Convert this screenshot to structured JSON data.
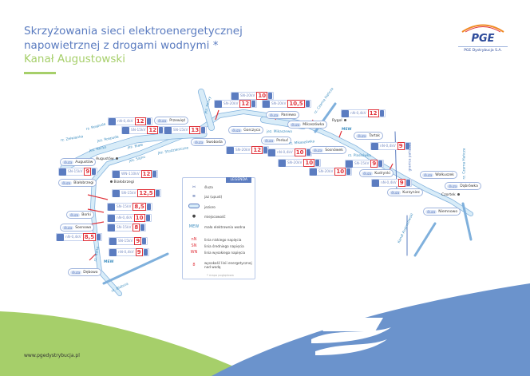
{
  "header": {
    "title": "Skrzyżowania sieci elektroenergetycznej napowietrznej z drogami wodnymi *",
    "subtitle": "Kanał Augustowski"
  },
  "logo": {
    "brand": "PGE",
    "company": "PGE Dystrybucja S.A."
  },
  "colors": {
    "primary": "#5b7cc0",
    "accent_green": "#a6cf6a",
    "water": "#cfe6f5",
    "line_red": "#e0323a"
  },
  "lock_tag": "śluza",
  "locks": [
    "Przewięź",
    "Augustów",
    "Białobrzegi",
    "Borki",
    "Sosnowo",
    "Dębowo",
    "Swoboda",
    "Gorczyca",
    "Paniewo",
    "Mikaszówka",
    "Perkuć",
    "Sosnówek",
    "Tartak",
    "Kudrynki",
    "Kurzyniec",
    "Wołkuszek",
    "Dąbrówka",
    "Niemnowo"
  ],
  "places": [
    "Augustów",
    "Białobrzegi",
    "Rygol",
    "Czortek"
  ],
  "waters": [
    "rz. Rospuda",
    "rz. Zelwianka",
    "jez. Rospuda",
    "jez. Necko",
    "jez. Białe",
    "jez. Sajno",
    "jez. Studzieniczne",
    "rz. Netta",
    "rz. Biebrza",
    "jez. Serwy",
    "rz. Czarna Hańcza",
    "jez. Mikaszewo",
    "rz. Mikaszówka",
    "rz. Plaskówka",
    "granica państwa",
    "rz. Czarna Hańcza",
    "Kanał Augustowski"
  ],
  "mew": "MEW",
  "crossings": [
    {
      "voltage": "nN-0,4kV",
      "height": "12"
    },
    {
      "voltage": "SN-15kV",
      "height": "12"
    },
    {
      "voltage": "SN-15kV",
      "height": "13"
    },
    {
      "voltage": "SN-15kV",
      "height": "9"
    },
    {
      "voltage": "WN-110kV",
      "height": "12"
    },
    {
      "voltage": "SN-15kV",
      "height": "12,5"
    },
    {
      "voltage": "SN-15kV",
      "height": "8,5"
    },
    {
      "voltage": "nN-0,4kV",
      "height": "10"
    },
    {
      "voltage": "SN-15kV",
      "height": "8"
    },
    {
      "voltage": "nN-0,4kV",
      "height": "8,5"
    },
    {
      "voltage": "SN-15kV",
      "height": "9"
    },
    {
      "voltage": "nN-0,4kV",
      "height": "9"
    },
    {
      "voltage": "SN-20kV",
      "height": "12"
    },
    {
      "voltage": "SN-20kV",
      "height": "10"
    },
    {
      "voltage": "SN-20kV",
      "height": "10,5"
    },
    {
      "voltage": "SN-20kV",
      "height": "12"
    },
    {
      "voltage": "nN-0,4kV",
      "height": "10"
    },
    {
      "voltage": "SN-20kV",
      "height": "10"
    },
    {
      "voltage": "SN-20kV",
      "height": "10"
    },
    {
      "voltage": "nN-0,4kV",
      "height": "12"
    },
    {
      "voltage": "nN-0,4kV",
      "height": "9"
    },
    {
      "voltage": "SN-15kV",
      "height": "9"
    },
    {
      "voltage": "nN-0,4kV",
      "height": "9"
    }
  ],
  "legend": {
    "title": "LEGENDA",
    "items": [
      {
        "symbol": "",
        "label": "śluza"
      },
      {
        "symbol": "",
        "label": "jaz (upust)"
      },
      {
        "symbol": "",
        "label": "jezioro"
      },
      {
        "symbol": "",
        "label": "miejscowość"
      },
      {
        "symbol": "MEW",
        "label": "mała elektrownia wodna"
      },
      {
        "symbol": "nN",
        "label": "linia niskiego napięcia"
      },
      {
        "symbol": "SN",
        "label": "linia średniego napięcia"
      },
      {
        "symbol": "WN",
        "label": "linia wysokiego napięcia"
      },
      {
        "symbol": "8",
        "label": "wysokość linii energetycznej nad wodą"
      }
    ],
    "footnote": "* mapa poglądowa"
  },
  "footer": {
    "url": "www.pgedystrybucja.pl"
  }
}
